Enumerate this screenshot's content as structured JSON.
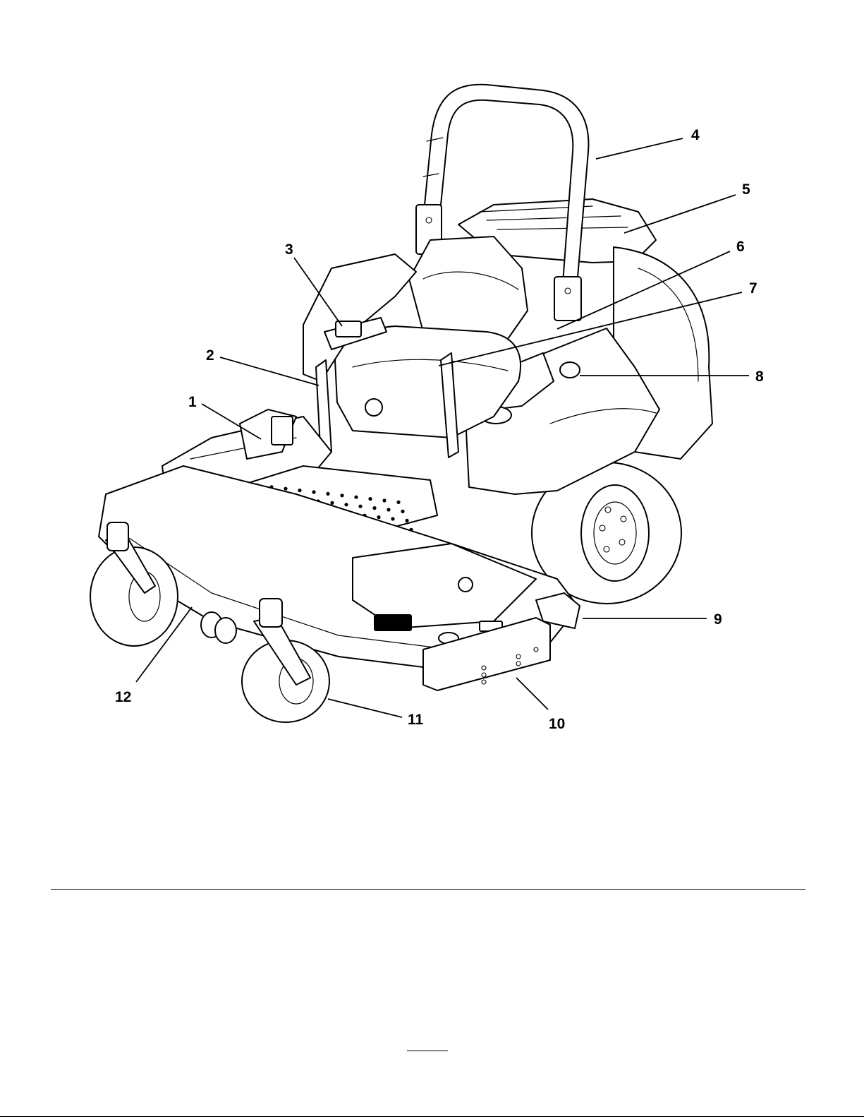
{
  "figure": {
    "callouts": [
      {
        "label": "1"
      },
      {
        "label": "2"
      },
      {
        "label": "3"
      },
      {
        "label": "4"
      },
      {
        "label": "5"
      },
      {
        "label": "6"
      },
      {
        "label": "7"
      },
      {
        "label": "8"
      },
      {
        "label": "9"
      },
      {
        "label": "10"
      },
      {
        "label": "11"
      },
      {
        "label": "12"
      }
    ]
  }
}
